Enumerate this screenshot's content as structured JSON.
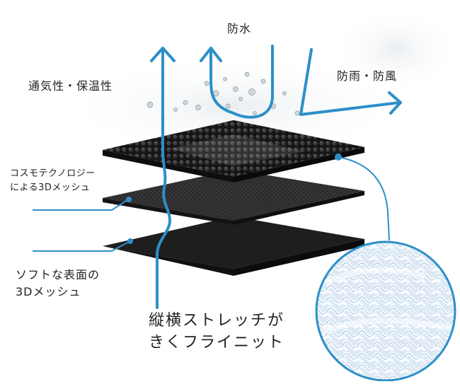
{
  "colors": {
    "arrow": "#2d8fc8",
    "layer_top": "#1d1d1d",
    "layer_mid": "#2c2c2c",
    "layer_bottom": "#1f1f1f",
    "knit": "#c7ddef",
    "text": "#222222"
  },
  "labels": {
    "waterproof": "防水",
    "breathable": "通気性・保温性",
    "rain_wind": "防雨・防風",
    "cosmo_line1": "コスモテクノロジー",
    "cosmo_line2": "による3Dメッシュ",
    "soft_line1": "ソフトな表面の",
    "soft_line2": "3Dメッシュ",
    "knit_line1": "縦横ストレッチが",
    "knit_line2": "きくフライニット"
  },
  "icons": {
    "arrow_up": "arrow-up-icon",
    "arrow_u": "u-turn-arrow-icon",
    "arrow_right": "arrow-right-icon",
    "callout_dot": "callout-dot-icon"
  }
}
